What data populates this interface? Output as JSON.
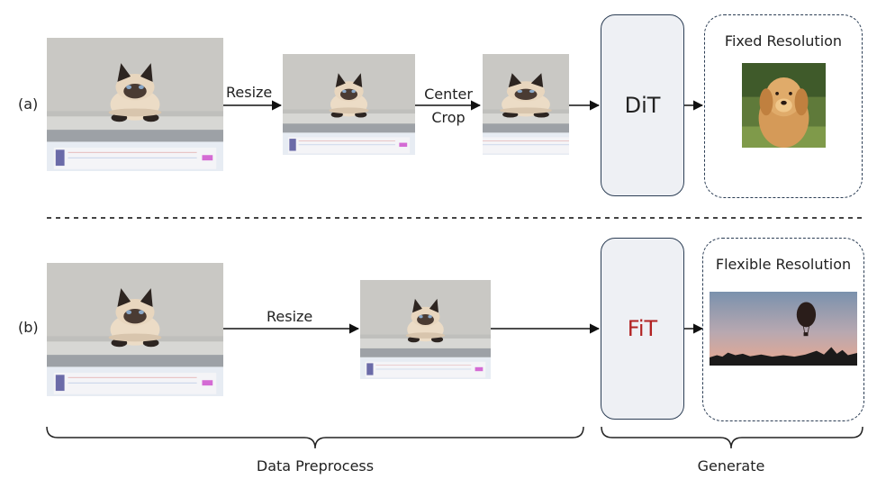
{
  "row_a": {
    "label": "(a)",
    "step1": "Resize",
    "step2_line1": "Center",
    "step2_line2": "Crop",
    "model": "DiT",
    "output_title": "Fixed Resolution"
  },
  "row_b": {
    "label": "(b)",
    "step1": "Resize",
    "model": "FiT",
    "output_title": "Flexible Resolution"
  },
  "groups": {
    "left": "Data Preprocess",
    "right": "Generate"
  },
  "colors": {
    "fit_model_text": "#b22222",
    "dit_model_text": "#222222",
    "box_border": "#2c3e55",
    "model_fill": "#eef0f4"
  },
  "icons": {
    "cat_photo": "cat-photo",
    "dog_photo": "dog-photo",
    "balloon_photo": "balloon-photo"
  }
}
